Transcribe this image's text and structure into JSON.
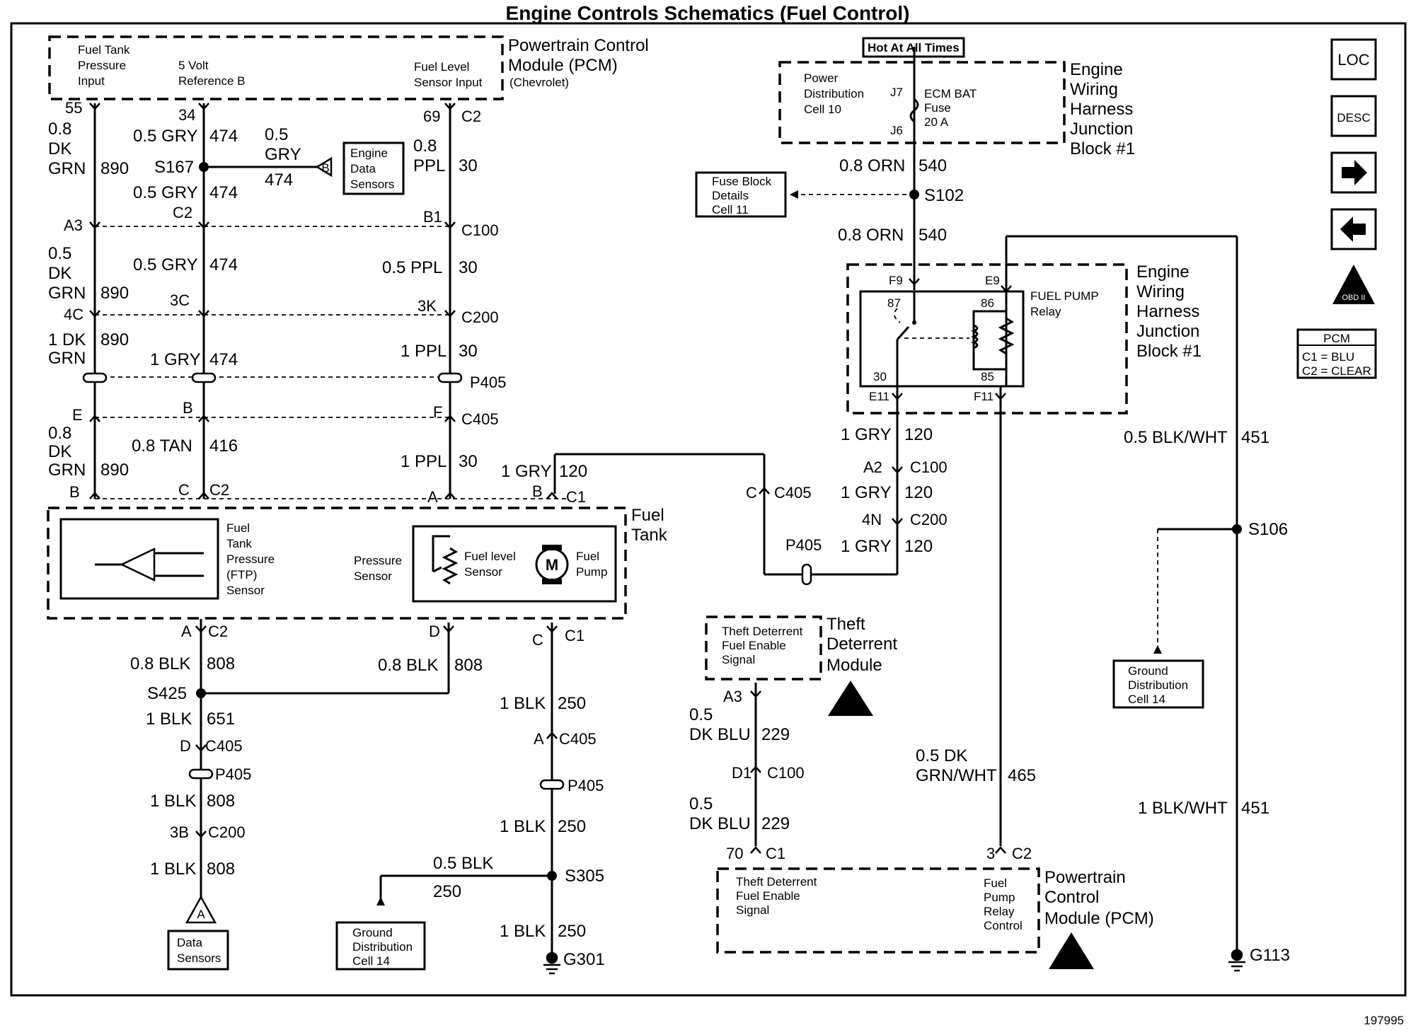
{
  "title": "Engine Controls Schematics (Fuel Control)",
  "footer_code": "197995",
  "nav": {
    "loc": "LOC",
    "desc": "DESC",
    "next": "next-arrow-icon",
    "prev": "prev-arrow-icon",
    "obd": "OBD II",
    "pcm_title": "PCM",
    "pcm_c1": "C1 = BLU",
    "pcm_c2": "C2 = CLEAR"
  },
  "pcm_top": {
    "label1": "Powertrain Control",
    "label2": "Module (PCM)",
    "label3": "(Chevrolet)",
    "ftp_1": "Fuel Tank",
    "ftp_2": "Pressure",
    "ftp_3": "Input",
    "ref_1": "5 Volt",
    "ref_2": "Reference B",
    "lvl_1": "Fuel Level",
    "lvl_2": "Sensor Input"
  },
  "left": {
    "pin55": "55",
    "w890_a1": "0.8",
    "w890_a2": "DK",
    "w890_a3": "GRN",
    "c890": "890",
    "a3": "A3",
    "w890_b1": "0.5",
    "w890_b2": "DK",
    "w890_b3": "GRN",
    "c890b": "890",
    "c4c": "4C",
    "w890_c1": "1 DK",
    "w890_c2": "GRN",
    "c890c": "890",
    "e": "E",
    "w890_d1": "0.8",
    "w890_d2": "DK",
    "w890_d3": "GRN",
    "c890d": "890",
    "b": "B"
  },
  "mid": {
    "pin34": "34",
    "g474a": "0.5 GRY",
    "c474a": "474",
    "s167": "S167",
    "g474b": "0.5 GRY",
    "c474b": "474",
    "br1": "0.5",
    "br2": "GRY",
    "br3": "474",
    "eds_1": "Engine",
    "eds_2": "Data",
    "eds_3": "Sensors",
    "b_tri": "B",
    "c2": "C2",
    "g474c": "0.5 GRY",
    "c474c": "474",
    "c3c": "3C",
    "g474d": "1 GRY",
    "c474d": "474",
    "b": "B",
    "tan": "0.8 TAN",
    "c416": "416",
    "c": "C",
    "c2b": "C2"
  },
  "right": {
    "pin69": "69",
    "c2": "C2",
    "ppl1": "0.8",
    "ppl2": "PPL",
    "c30a": "30",
    "b1": "B1",
    "c100": "C100",
    "ppl3": "0.5 PPL",
    "c30b": "30",
    "c3k": "3K",
    "c200": "C200",
    "ppl4": "1 PPL",
    "c30c": "30",
    "p405": "P405",
    "f": "F",
    "c405": "C405",
    "ppl5": "1 PPL",
    "c30d": "30",
    "a": "A"
  },
  "tank": {
    "label1": "Fuel",
    "label2": "Tank",
    "ftp1": "Fuel",
    "ftp2": "Tank",
    "ftp3": "Pressure",
    "ftp4": "(FTP)",
    "ftp5": "Sensor",
    "ps1": "Pressure",
    "ps2": "Sensor",
    "fl1": "Fuel level",
    "fl2": "Sensor",
    "fp1": "Fuel",
    "fp2": "Pump",
    "m": "M",
    "b": "B",
    "c1": "C1",
    "gry": "1 GRY",
    "c120": "120"
  },
  "bottom_left": {
    "a": "A",
    "c2": "C2",
    "blk1": "0.8 BLK",
    "c808a": "808",
    "s425": "S425",
    "blk2": "1 BLK",
    "c651": "651",
    "d": "D",
    "c405": "C405",
    "p405": "P405",
    "blk3": "1 BLK",
    "c808b": "808",
    "c3b": "3B",
    "c200": "C200",
    "blk4": "1 BLK",
    "c808c": "808",
    "tri": "A",
    "ds1": "Data",
    "ds2": "Sensors",
    "d2": "D",
    "blk5": "0.8 BLK",
    "c808d": "808"
  },
  "bottom_mid": {
    "c": "C",
    "c1": "C1",
    "blk1": "1 BLK",
    "c250a": "250",
    "a": "A",
    "c405": "C405",
    "p405": "P405",
    "blk2": "1 BLK",
    "c250b": "250",
    "blk05": "0.5 BLK",
    "c250c": "250",
    "s305": "S305",
    "blk3": "1 BLK",
    "c250d": "250",
    "g301": "G301",
    "gd1": "Ground",
    "gd2": "Distribution",
    "gd3": "Cell 14"
  },
  "center": {
    "c": "C",
    "c405": "C405",
    "p405": "P405",
    "gry1": "1 GRY",
    "c120a": "120",
    "a2": "A2",
    "c100": "C100",
    "gry2": "1 GRY",
    "c120b": "120",
    "n4": "4N",
    "c200": "C200",
    "gry3": "1 GRY",
    "c120c": "120"
  },
  "relay_block": {
    "hot": "Hot At All Times",
    "pd1": "Power",
    "pd2": "Distribution",
    "pd3": "Cell 10",
    "j7": "J7",
    "j6": "J6",
    "ecm1": "ECM BAT",
    "ecm2": "Fuse",
    "ecm3": "20 A",
    "blk1": "Engine",
    "blk2": "Wiring",
    "blk3": "Harness",
    "blk4": "Junction",
    "blk5": "Block #1",
    "orn1": "0.8 ORN",
    "c540a": "540",
    "s102": "S102",
    "orn2": "0.8 ORN",
    "c540b": "540",
    "fb1": "Fuse Block",
    "fb2": "Details",
    "fb3": "Cell 11",
    "f9": "F9",
    "e9": "E9",
    "p87": "87",
    "p86": "86",
    "p30": "30",
    "p85": "85",
    "fpr1": "FUEL PUMP",
    "fpr2": "Relay",
    "e11": "E11",
    "f11": "F11",
    "blk6": "Engine",
    "blk7": "Wiring",
    "blk8": "Harness",
    "blk9": "Junction",
    "blk10": "Block #1"
  },
  "far_right": {
    "bw1": "0.5 BLK/WHT",
    "c451a": "451",
    "s106": "S106",
    "gd1": "Ground",
    "gd2": "Distribution",
    "gd3": "Cell 14",
    "bw2": "1 BLK/WHT",
    "c451b": "451",
    "g113": "G113"
  },
  "theft": {
    "sig1": "Theft Deterrent",
    "sig2": "Fuel Enable",
    "sig3": "Signal",
    "mod1": "Theft",
    "mod2": "Deterrent",
    "mod3": "Module",
    "a3": "A3",
    "blu1a": "0.5",
    "blu1b": "DK BLU",
    "c229a": "229",
    "d1": "D1",
    "c100": "C100",
    "blu2a": "0.5",
    "blu2b": "DK BLU",
    "c229b": "229",
    "p70": "70",
    "c1": "C1"
  },
  "pcm_bottom": {
    "sig1": "Theft Deterrent",
    "sig2": "Fuel Enable",
    "sig3": "Signal",
    "fp1": "Fuel",
    "fp2": "Pump",
    "fp3": "Relay",
    "fp4": "Control",
    "p3": "3",
    "c2": "C2",
    "gw1": "0.5 DK",
    "gw2": "GRN/WHT",
    "c465": "465",
    "m1": "Powertrain",
    "m2": "Control",
    "m3": "Module (PCM)"
  }
}
